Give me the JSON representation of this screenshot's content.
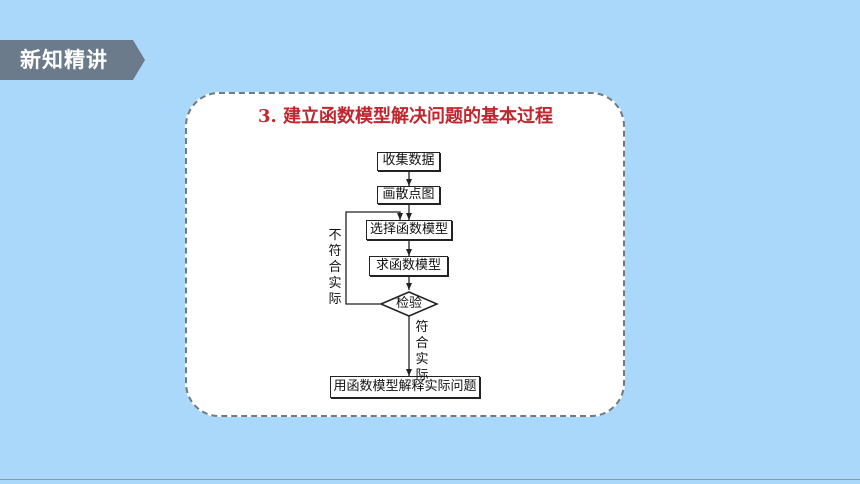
{
  "section_tag": {
    "label": "新知精讲",
    "color": "#6b7b8b"
  },
  "heading": "3. 建立函数模型解决问题的基本过程",
  "flowchart": {
    "steps": {
      "collect": "收集数据",
      "plot": "画散点图",
      "choose": "选择函数模型",
      "solve": "求函数模型",
      "check": "检验",
      "apply": "用函数模型解释实际问题"
    },
    "edge_labels": {
      "not_fit": "不符合实际",
      "fit": "符合实际"
    }
  }
}
